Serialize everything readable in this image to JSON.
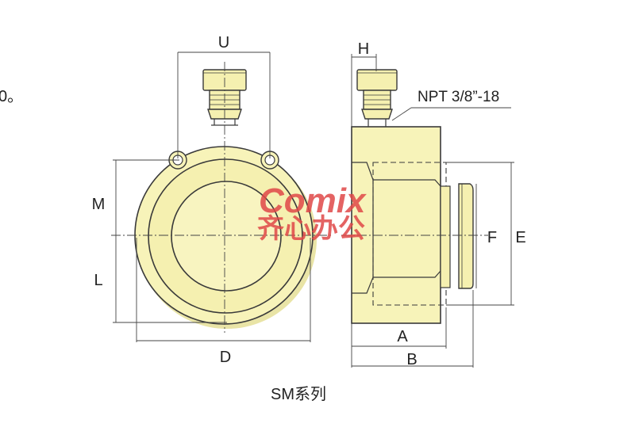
{
  "labels": {
    "U": "U",
    "H": "H",
    "M": "M",
    "L": "L",
    "D": "D",
    "A": "A",
    "B": "B",
    "F": "F",
    "E": "E",
    "thread": "NPT 3/8”-18"
  },
  "caption": "SM系列",
  "left_fragment": "0。",
  "watermark": {
    "brand": "Comix",
    "sub": "齐心办公"
  },
  "colors": {
    "body_fill": "#f7f3b9",
    "outline": "#3a3a3a",
    "dim_line": "#444444",
    "watermark": "#e04848"
  }
}
